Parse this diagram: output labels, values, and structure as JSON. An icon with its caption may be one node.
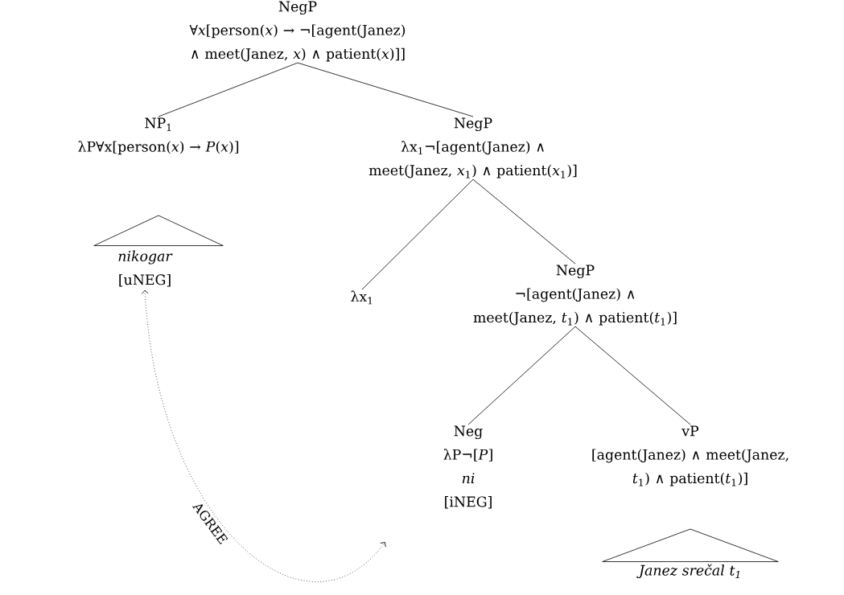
{
  "diagram": {
    "nodes": [
      {
        "text": [
          "NegP",
          "∀*x*[person(*x*) → ¬[agent(Janez) ∧ meet(Janez, *x*) ∧ patient(*x*)]]"
        ]
      },
      {
        "text": [
          "NP$_{1}$",
          "λP∀x[person(*x*) → *P*(*x*)]"
        ]
      },
      {
        "text": [],
        "shape": "triangle"
      },
      {
        "text": [
          "nikogar",
          "[uNEG]"
        ]
      },
      {
        "text": [
          "NegP",
          "λx$_{1}$¬[agent(Janez) ∧ meet(Janez, *x*$_{1}$) ∧ patient(*x*$_{1}$)]"
        ]
      },
      {
        "text": [
          "λx$_{1}$"
        ]
      },
      {
        "text": [
          "NegP",
          "¬[agent(Janez) ∧ meet(Janez, *t*$_{1}$) ∧ patient(*t*$_{1}$)]"
        ]
      },
      {
        "text": [
          "Neg",
          "λP¬[*P*]",
          "ni",
          "[iNEG]"
        ]
      },
      {
        "text": [
          "vP",
          "[agent(Janez) ∧ meet(Janez, *t*$_{1}$) ∧ patient(*t*$_{1}$)]"
        ]
      },
      {
        "text": [],
        "shape": "triangle"
      },
      {
        "text": [
          "Janez srečal t$_{1}$"
        ]
      }
    ],
    "edges": [
      {
        "from": 0,
        "to": 1,
        "arrow": "none"
      },
      {
        "from": 0,
        "to": 4,
        "arrow": "none"
      },
      {
        "from": 4,
        "to": 5,
        "arrow": "none"
      },
      {
        "from": 4,
        "to": 6,
        "arrow": "none"
      },
      {
        "from": 6,
        "to": 7,
        "arrow": "none"
      },
      {
        "from": 6,
        "to": 8,
        "arrow": "none"
      },
      {
        "from": 3,
        "to": 7,
        "arrow": "both",
        "style": "dashed",
        "label": "AGREE"
      }
    ]
  }
}
